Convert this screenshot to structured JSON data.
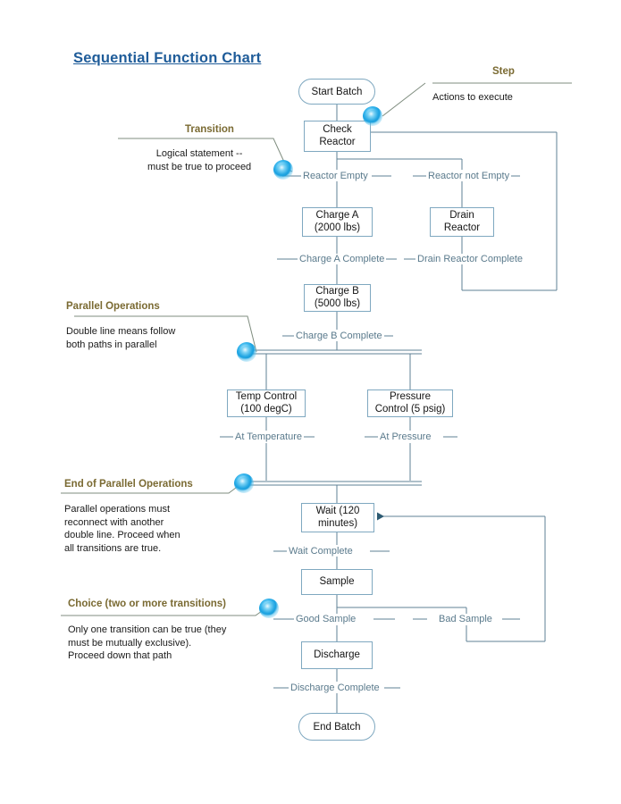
{
  "page": {
    "title": "Sequential Function Chart"
  },
  "colors": {
    "title": "#1F5C99",
    "box_border": "#7FA8C0",
    "connector": "#5F8296",
    "transition_text": "#5A7A8C",
    "annotation_title": "#7A6A32",
    "annotation_body": "#1A1A1A",
    "dot": "#22A6E2"
  },
  "steps": {
    "start_batch": "Start Batch",
    "check_reactor": "Check\nReactor",
    "charge_a": "Charge A\n(2000 lbs)",
    "drain_reactor": "Drain\nReactor",
    "charge_b": "Charge B\n(5000 lbs)",
    "temp_control": "Temp Control\n(100 degC)",
    "pressure_control": "Pressure\nControl (5 psig)",
    "wait": "Wait (120\nminutes)",
    "sample": "Sample",
    "discharge": "Discharge",
    "end_batch": "End Batch"
  },
  "transitions": {
    "reactor_empty": "Reactor Empty",
    "reactor_not_empty": "Reactor not Empty",
    "charge_a_complete": "Charge A Complete",
    "drain_reactor_complete": "Drain Reactor Complete",
    "charge_b_complete": "Charge B Complete",
    "at_temperature": "At Temperature",
    "at_pressure": "At Pressure",
    "wait_complete": "Wait Complete",
    "good_sample": "Good Sample",
    "bad_sample": "Bad Sample",
    "discharge_complete": "Discharge Complete"
  },
  "annotations": {
    "step": {
      "title": "Step",
      "body": "Actions to execute"
    },
    "transition": {
      "title": "Transition",
      "body": "Logical statement --\nmust be true to proceed"
    },
    "parallel": {
      "title": "Parallel Operations",
      "body": "Double line means follow\nboth paths in parallel"
    },
    "end_parallel": {
      "title": "End of Parallel Operations",
      "body": "Parallel operations must\nreconnect with another\ndouble line.  Proceed when\nall transitions are true."
    },
    "choice": {
      "title": "Choice (two or more transitions)",
      "body": "Only one transition can be true (they\nmust be mutually exclusive).\nProceed down that path"
    }
  }
}
